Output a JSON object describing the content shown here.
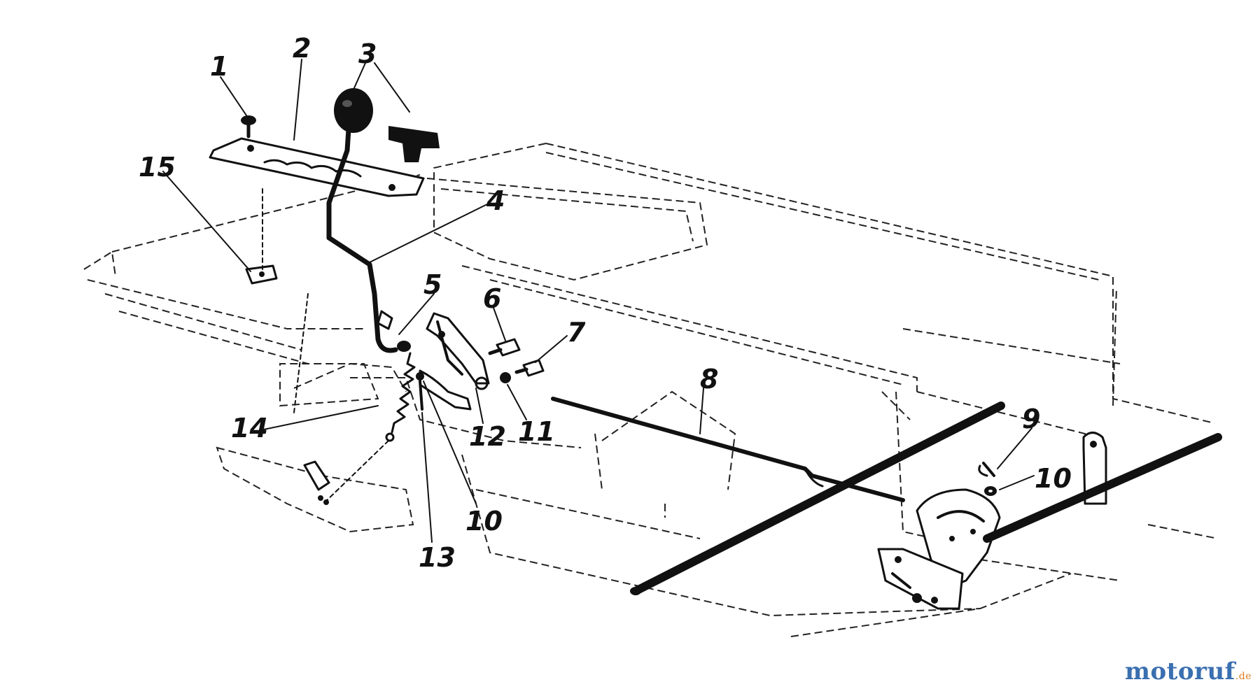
{
  "diagram": {
    "callouts": [
      {
        "id": "c1",
        "label": "1"
      },
      {
        "id": "c2",
        "label": "2"
      },
      {
        "id": "c3",
        "label": "3"
      },
      {
        "id": "c4",
        "label": "4"
      },
      {
        "id": "c5",
        "label": "5"
      },
      {
        "id": "c6",
        "label": "6"
      },
      {
        "id": "c7",
        "label": "7"
      },
      {
        "id": "c8",
        "label": "8"
      },
      {
        "id": "c9",
        "label": "9"
      },
      {
        "id": "c10a",
        "label": "10"
      },
      {
        "id": "c10b",
        "label": "10"
      },
      {
        "id": "c11",
        "label": "11"
      },
      {
        "id": "c12",
        "label": "12"
      },
      {
        "id": "c13",
        "label": "13"
      },
      {
        "id": "c14",
        "label": "14"
      },
      {
        "id": "c15",
        "label": "15"
      }
    ]
  },
  "watermark": {
    "brand": "motoruf",
    "tld": ".de",
    "brand_color": "#3a6fb0",
    "accent_color": "#e07a1f"
  }
}
